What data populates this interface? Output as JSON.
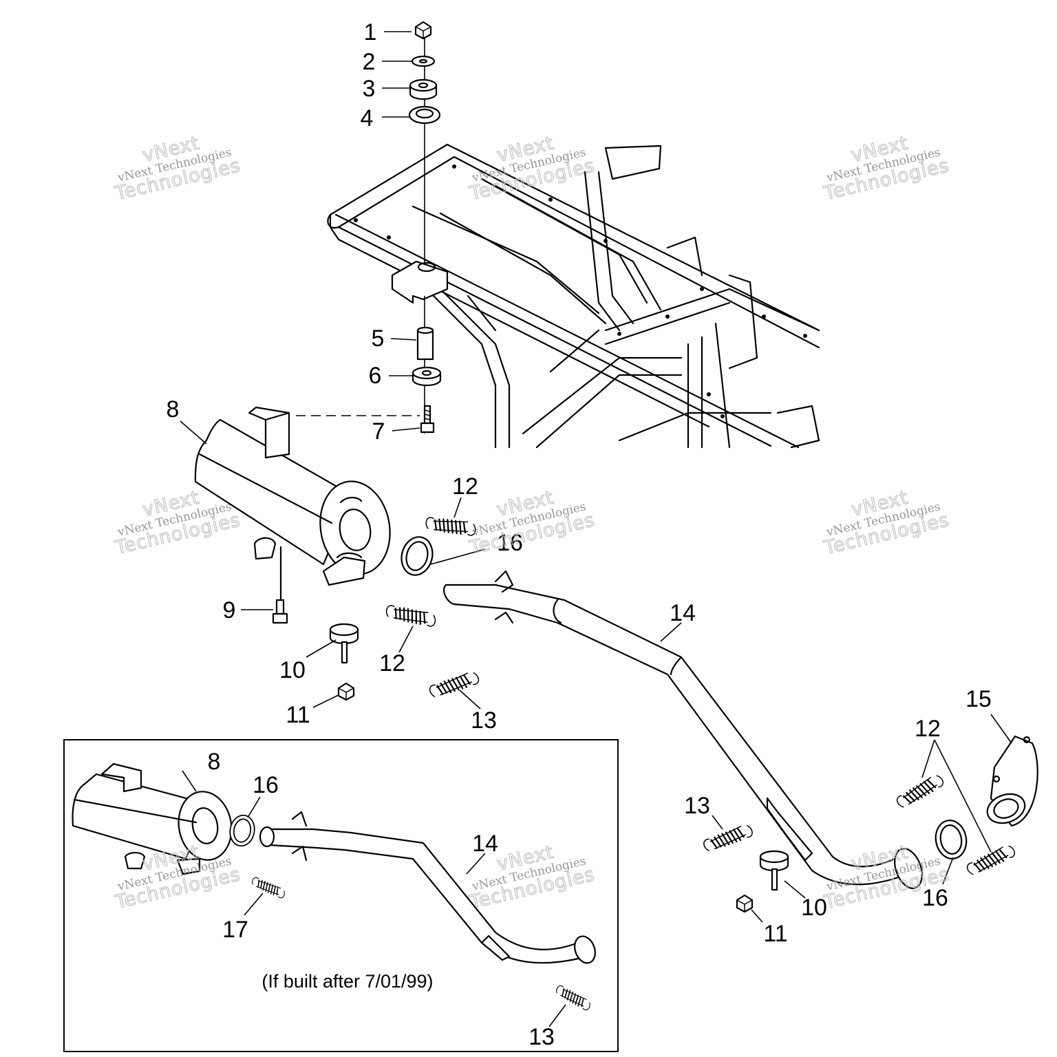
{
  "labels": {
    "l1": "1",
    "l2": "2",
    "l3": "3",
    "l4": "4",
    "l5": "5",
    "l6": "6",
    "l7": "7",
    "l8": "8",
    "l9": "9",
    "l10a": "10",
    "l11a": "11",
    "l12a": "12",
    "l12b": "12",
    "l12c": "12",
    "l13a": "13",
    "l13b": "13",
    "l14": "14",
    "l15": "15",
    "l16a": "16",
    "l16b": "16",
    "l10b": "10",
    "l11b": "11",
    "i8": "8",
    "i16": "16",
    "i14": "14",
    "i17": "17",
    "i13": "13"
  },
  "inset": {
    "caption": "(If built after 7/01/99)"
  },
  "watermark": {
    "line1": "vNext",
    "line2": "vNext Technologies",
    "line3": "Technologies"
  }
}
